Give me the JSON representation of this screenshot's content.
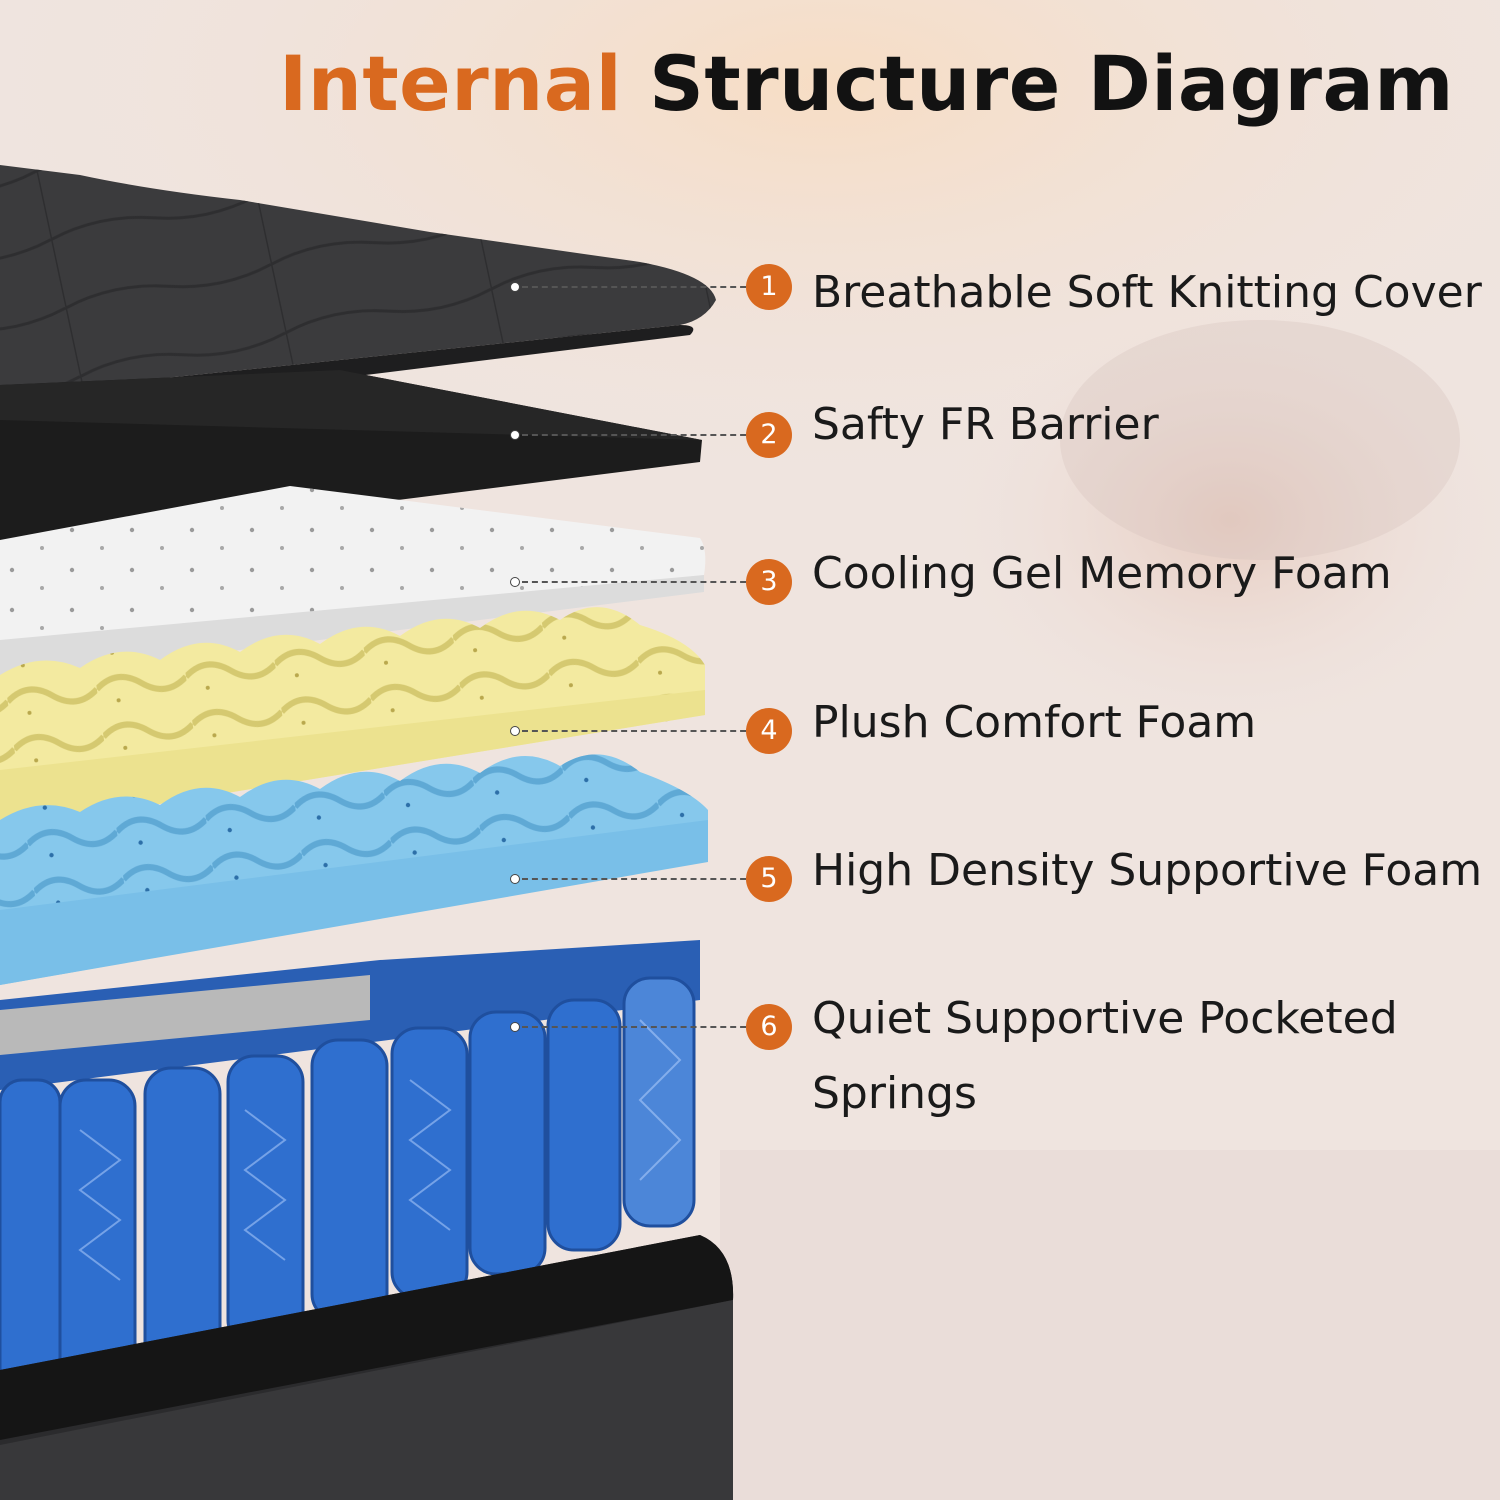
{
  "title": {
    "highlight": "Internal",
    "rest": "Structure Diagram"
  },
  "colors": {
    "accent": "#d9691f",
    "text": "#1a1a1a",
    "background": "#efe4df"
  },
  "layers": [
    {
      "number": "1",
      "label": "Breathable Soft Knitting Cover",
      "color": "#3b3b3d"
    },
    {
      "number": "2",
      "label": "Safty FR Barrier",
      "color": "#1c1c1c"
    },
    {
      "number": "3",
      "label": "Cooling Gel Memory Foam",
      "color": "#f2f2f2"
    },
    {
      "number": "4",
      "label": "Plush Comfort Foam",
      "color": "#f3eaa0"
    },
    {
      "number": "5",
      "label": "High Density Supportive Foam",
      "color": "#86c8ec"
    },
    {
      "number": "6",
      "label": "Quiet Supportive Pocketed Springs",
      "color": "#2f6fcf"
    }
  ]
}
